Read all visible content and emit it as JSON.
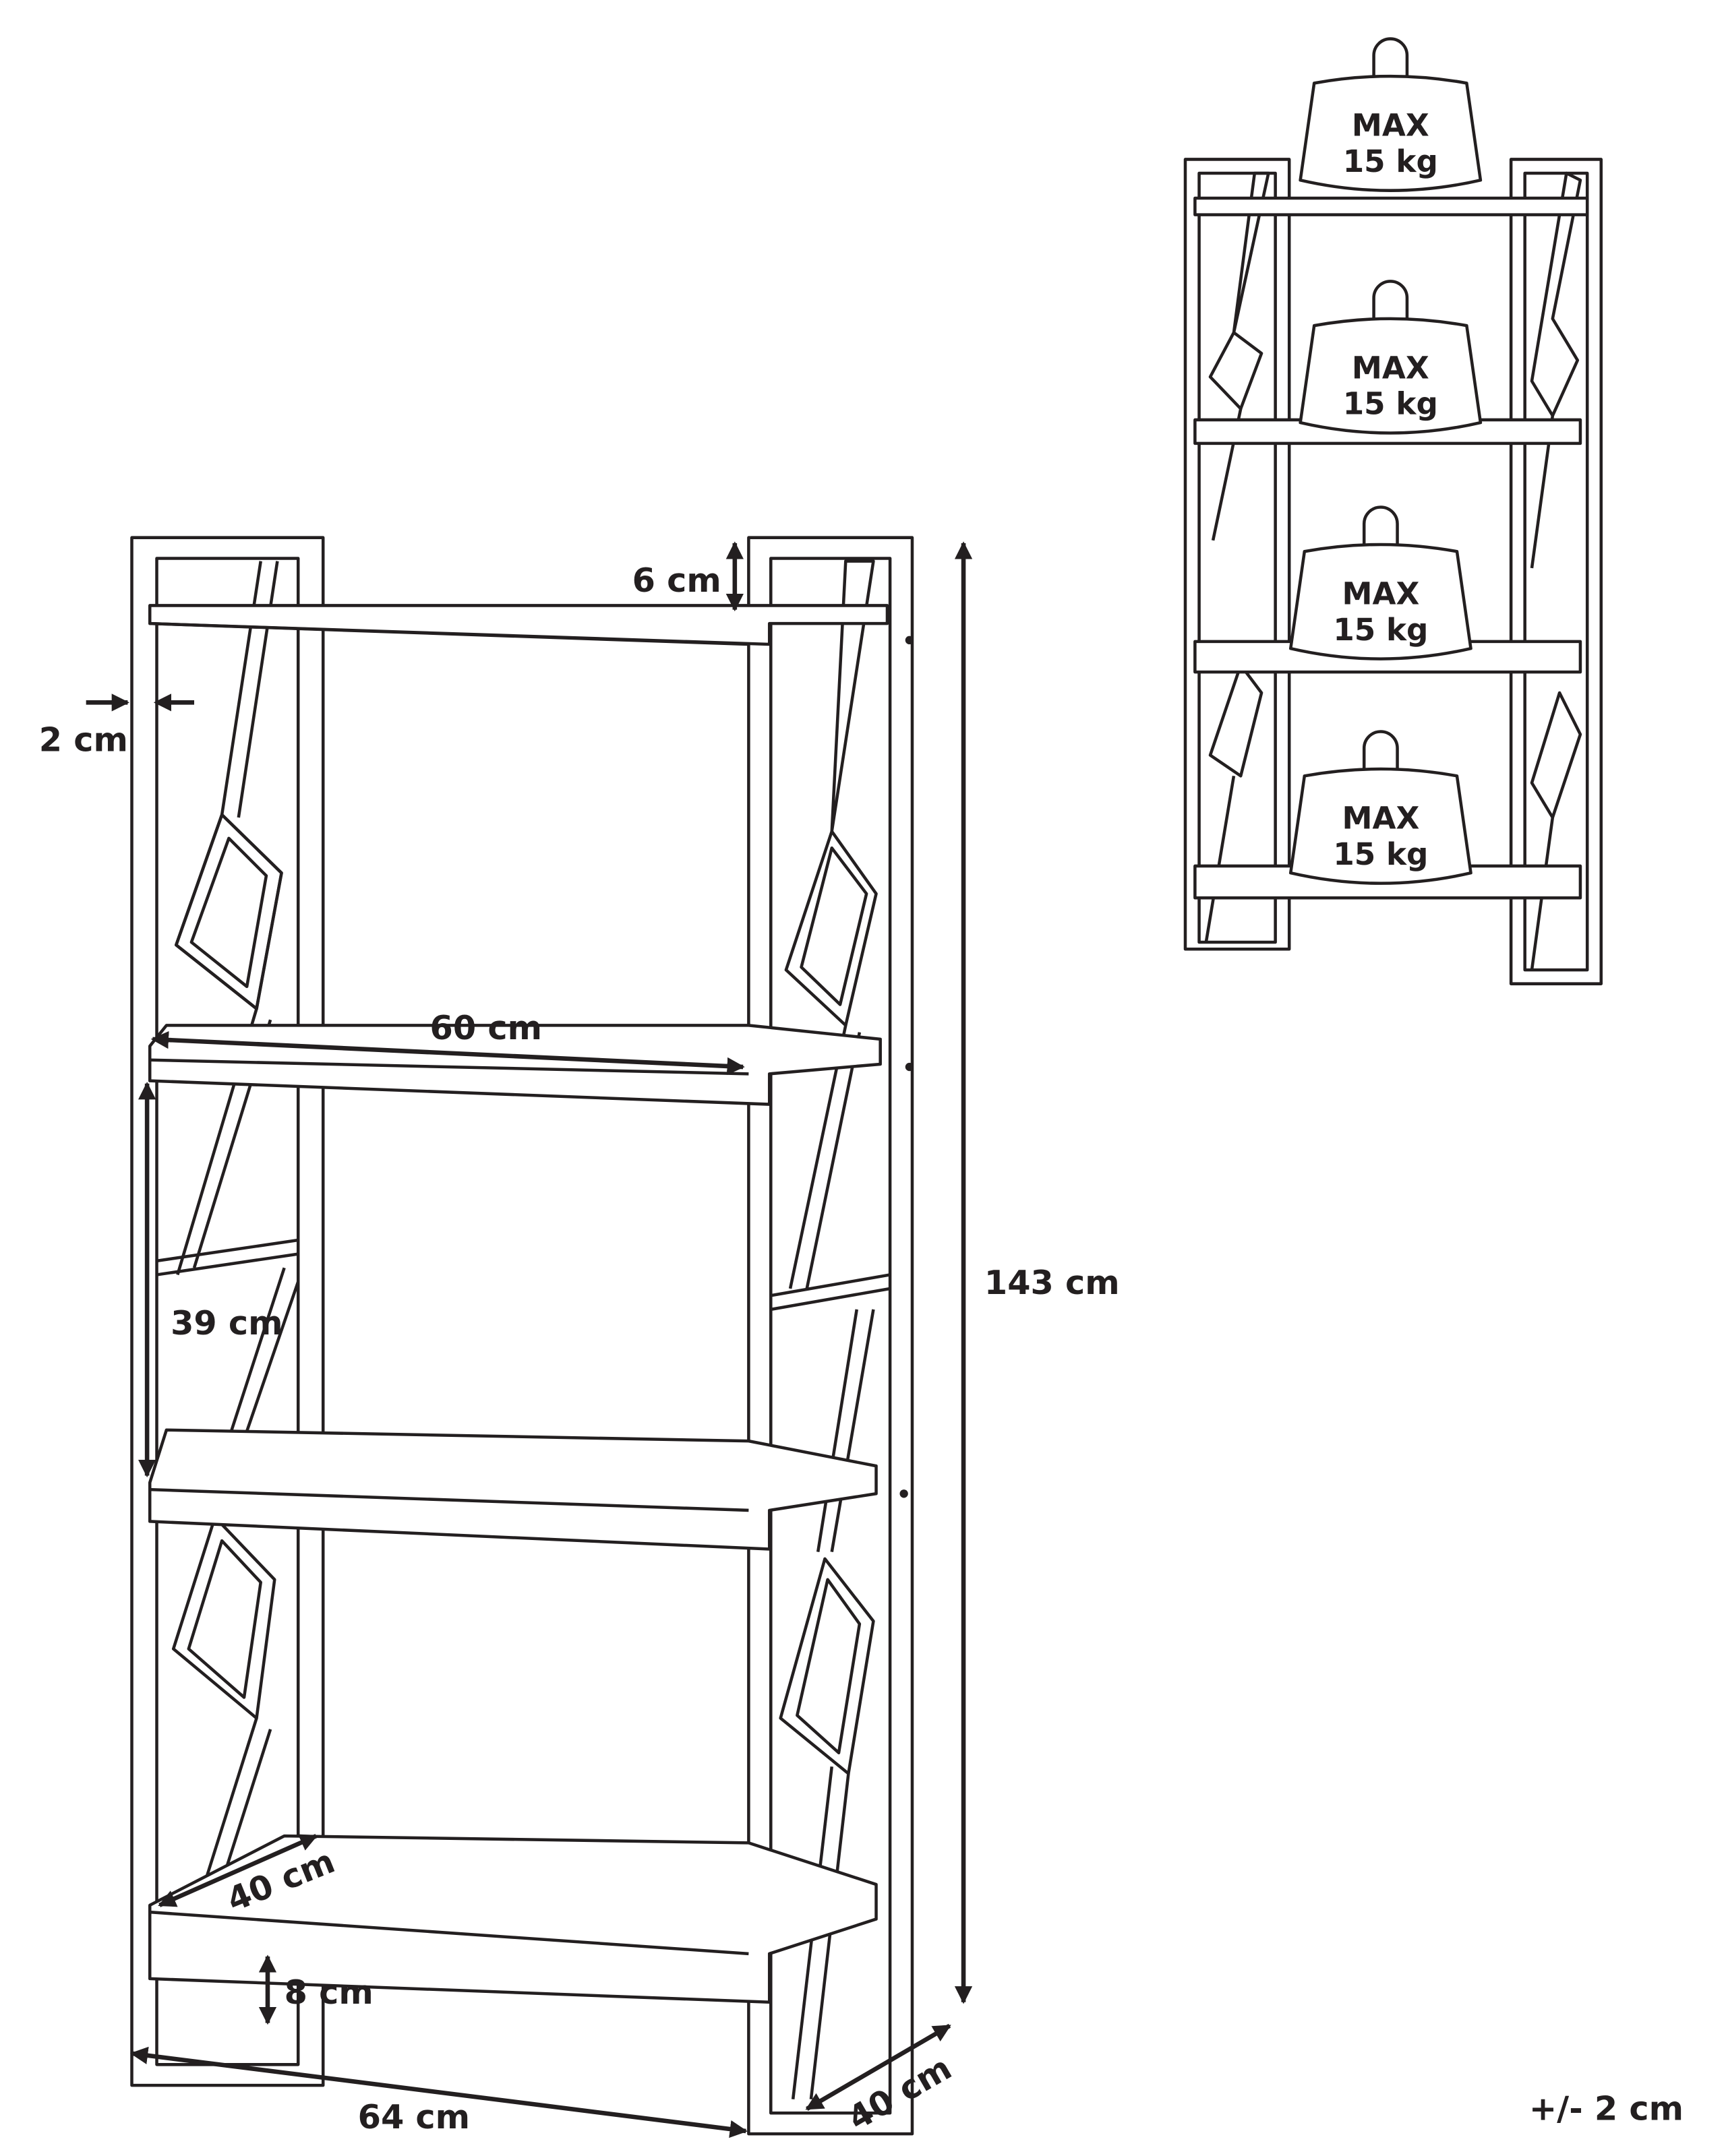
{
  "dimensions": {
    "top_offset": "6 cm",
    "frame_thickness": "2 cm",
    "shelf_width": "60 cm",
    "shelf_spacing": "39 cm",
    "total_height": "143 cm",
    "shelf_depth": "40 cm",
    "bottom_clearance": "8 cm",
    "total_width": "64 cm",
    "total_depth": "40 cm",
    "tolerance": "+/- 2 cm"
  },
  "load": [
    {
      "line1": "MAX",
      "line2": "15 kg"
    },
    {
      "line1": "MAX",
      "line2": "15 kg"
    },
    {
      "line1": "MAX",
      "line2": "15 kg"
    },
    {
      "line1": "MAX",
      "line2": "15 kg"
    }
  ]
}
